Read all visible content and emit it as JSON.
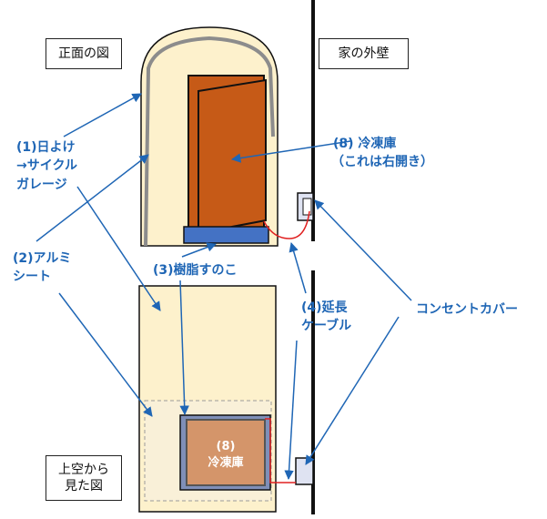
{
  "labels": {
    "front_view": "正面の図",
    "house_wall": "家の外壁",
    "top_view_line1": "上空から",
    "top_view_line2": "見た図",
    "sunshade_line1": "(1)日よけ",
    "sunshade_line2": "→サイクル",
    "sunshade_line3": "ガレージ",
    "aluminum_line1": "(2)アルミ",
    "aluminum_line2": "シート",
    "resin_mat": "(3)樹脂すのこ",
    "ext_cable_line1": "(4)延長",
    "ext_cable_line2": "ケーブル",
    "freezer_front_line1": "(8) 冷凍庫",
    "freezer_front_line2": "（これは右開き）",
    "outlet_cover": "コンセントカバー",
    "freezer_top_line1": "(8)",
    "freezer_top_line2": "冷凍庫"
  },
  "colors": {
    "garage_fill": "#fdf1cc",
    "garage_outline": "#8c8c8c",
    "freezer_body": "#c65a17",
    "freezer_top": "#d4956a",
    "mat": "#4472c4",
    "label_blue": "#1f66b5",
    "cable_red": "#e02020",
    "wall": "#111111"
  }
}
